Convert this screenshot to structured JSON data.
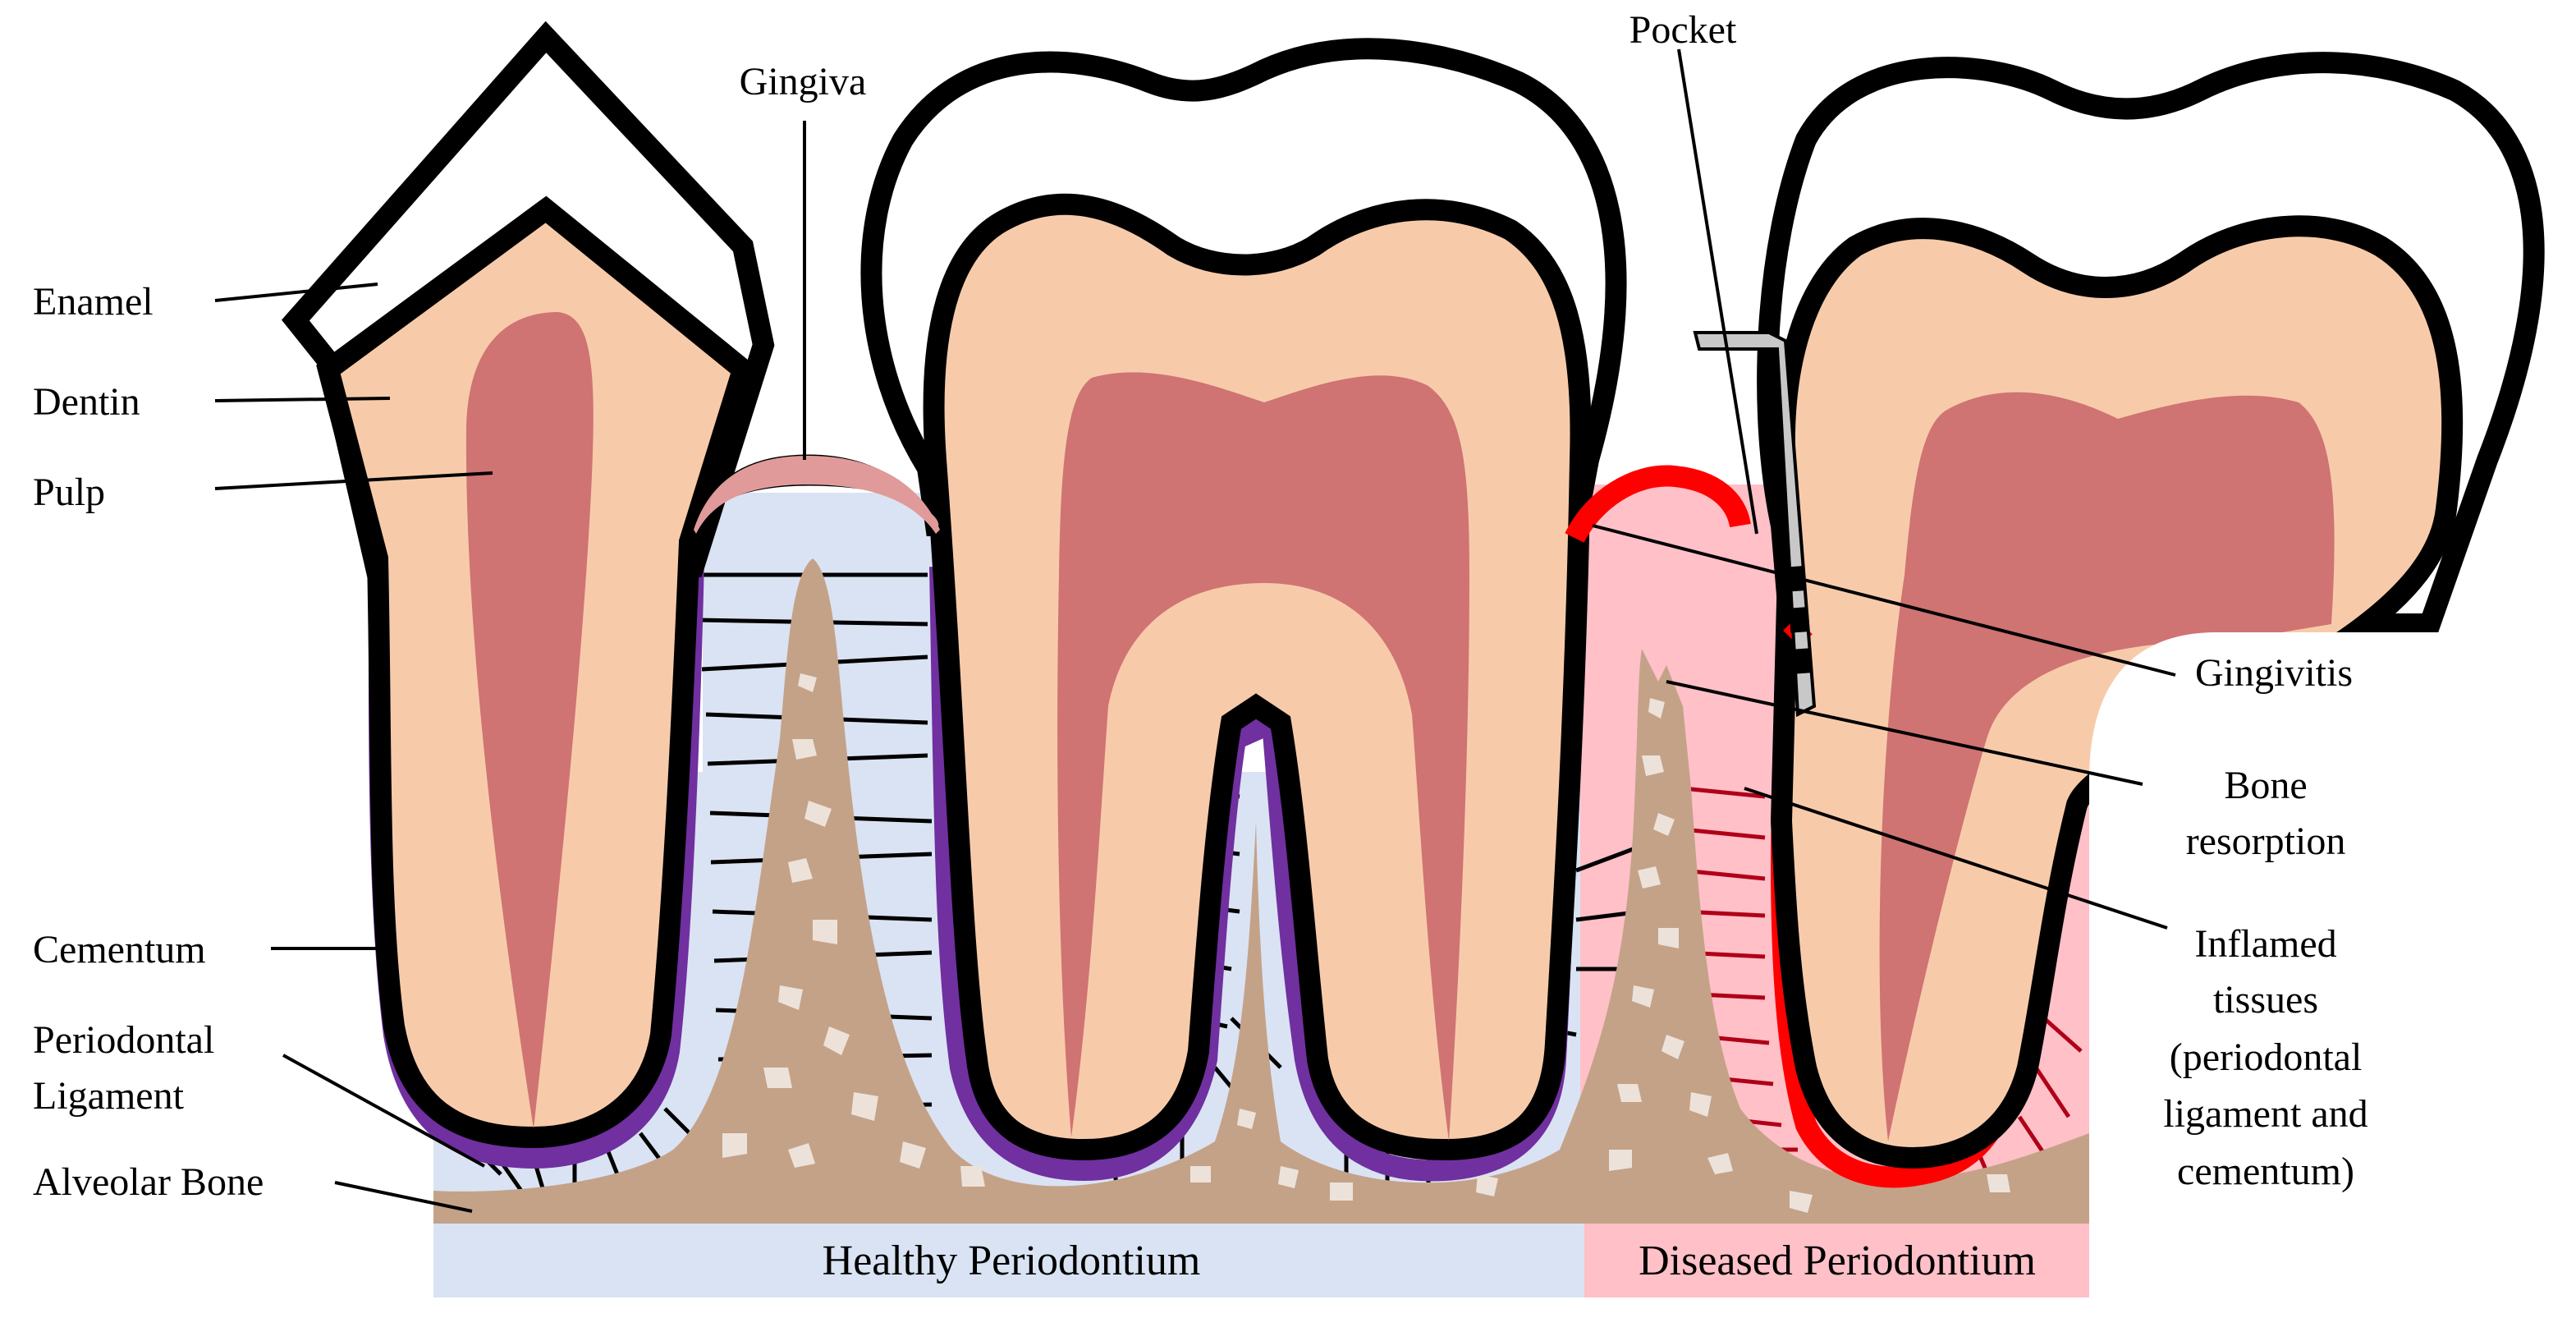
{
  "labels": {
    "enamel": "Enamel",
    "dentin": "Dentin",
    "pulp": "Pulp",
    "cementum": "Cementum",
    "periodontal_ligament_1": "Periodontal",
    "periodontal_ligament_2": "Ligament",
    "alveolar_bone": "Alveolar Bone",
    "gingiva": "Gingiva",
    "pocket": "Pocket",
    "gingivitis": "Gingivitis",
    "bone_resorption_1": "Bone",
    "bone_resorption_2": "resorption",
    "inflamed_1": "Inflamed",
    "inflamed_2": "tissues",
    "inflamed_3": "(periodontal",
    "inflamed_4": "ligament and",
    "inflamed_5": "cementum)"
  },
  "footer": {
    "healthy": "Healthy Periodontium",
    "diseased": "Diseased Periodontium"
  },
  "colors": {
    "healthy_bg": "#dae3f3",
    "diseased_bg": "#ffc0c8",
    "enamel": "#ffffff",
    "dentin": "#f7cbaa",
    "pulp": "#d07373",
    "cementum": "#7030a0",
    "gingiva": "#e09a9a",
    "bone": "#c4a288",
    "bone_spot": "#ece2da",
    "inflamed": "#ff0000",
    "inflamed_fiber": "#b00018",
    "outline": "#000000"
  }
}
